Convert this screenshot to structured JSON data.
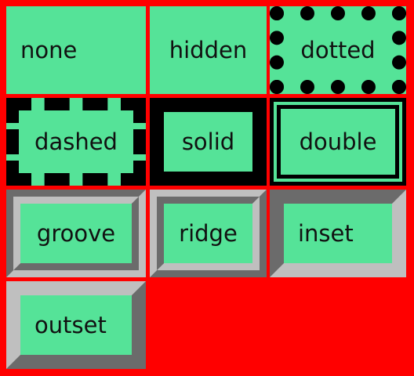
{
  "cells": [
    {
      "key": "none",
      "label": "none"
    },
    {
      "key": "hidden",
      "label": "hidden"
    },
    {
      "key": "dotted",
      "label": "dotted"
    },
    {
      "key": "dashed",
      "label": "dashed"
    },
    {
      "key": "solid",
      "label": "solid"
    },
    {
      "key": "double",
      "label": "double"
    },
    {
      "key": "groove",
      "label": "groove"
    },
    {
      "key": "ridge",
      "label": "ridge"
    },
    {
      "key": "inset",
      "label": "inset"
    },
    {
      "key": "outset",
      "label": "outset"
    }
  ],
  "colors": {
    "background": "#ff0000",
    "cell_fill": "#55e398",
    "border_dark": "#000000",
    "border_gray": "#bfbfbf"
  }
}
